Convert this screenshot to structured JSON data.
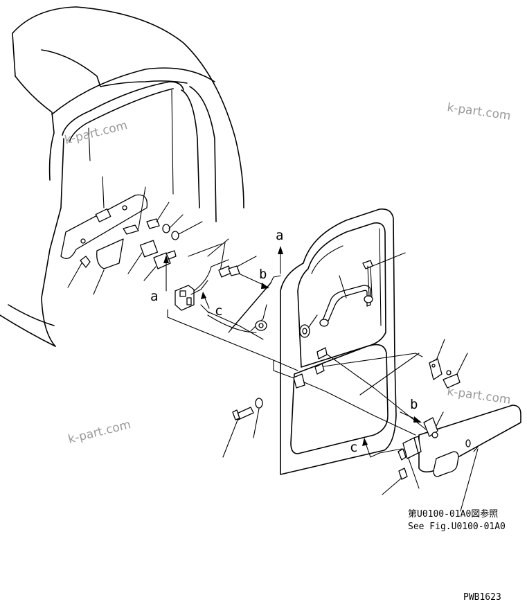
{
  "watermark": "k-part.com",
  "callouts": {
    "a": "a",
    "b": "b",
    "c": "c"
  },
  "reference": {
    "line1": "第U0100-01A0図参照",
    "line2": "See Fig.U0100-01A0"
  },
  "drawing_code": "PWB1623"
}
